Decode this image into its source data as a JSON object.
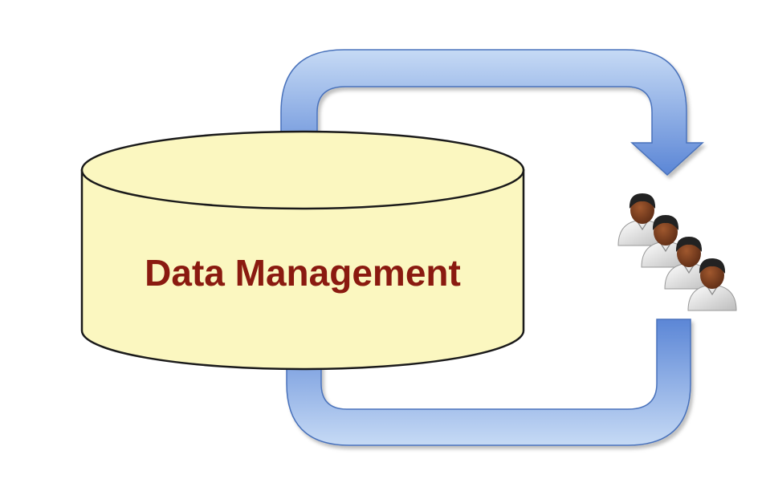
{
  "diagram": {
    "database": {
      "label": "Data Management"
    },
    "users": {
      "icon": "user-group-icon",
      "count": 4
    },
    "flows": [
      {
        "name": "outgoing",
        "from": "database",
        "to": "users"
      },
      {
        "name": "incoming",
        "from": "users",
        "to": "database"
      }
    ],
    "colors": {
      "database_fill": "#fbf7c0",
      "database_stroke": "#1a1a1a",
      "label": "#8a1a10",
      "arrow_light": "#b8d0f2",
      "arrow_dark": "#5b86d6",
      "arrow_stroke": "#4a72bb",
      "user_hair": "#222222",
      "user_skin": "#7a3e22",
      "user_shirt": "#eaeaea"
    }
  }
}
